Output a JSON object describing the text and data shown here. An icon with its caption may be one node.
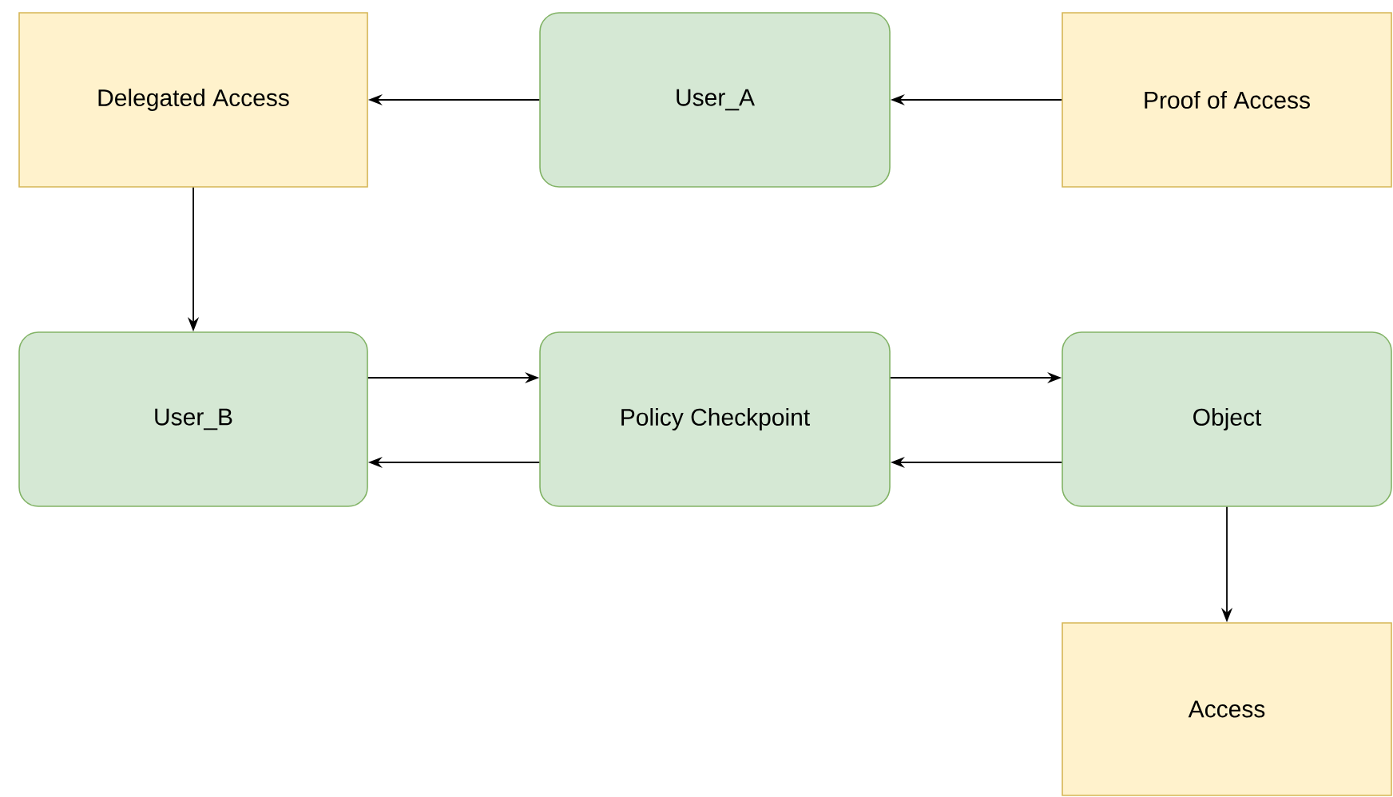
{
  "diagram": {
    "nodes": [
      {
        "text": [
          "Delegated Access"
        ]
      },
      {
        "text": [
          "User_A"
        ]
      },
      {
        "text": [
          "Proof of Access"
        ]
      },
      {
        "text": [
          "User_B"
        ]
      },
      {
        "text": [
          "Policy Checkpoint"
        ]
      },
      {
        "text": [
          "Object"
        ]
      },
      {
        "text": [
          "Access"
        ]
      }
    ],
    "edges": [
      {
        "from": 2,
        "to": 1,
        "arrow": "to"
      },
      {
        "from": 1,
        "to": 0,
        "arrow": "to"
      },
      {
        "from": 0,
        "to": 3,
        "arrow": "to"
      },
      {
        "from": 3,
        "to": 4,
        "arrow": "to"
      },
      {
        "from": 4,
        "to": 3,
        "arrow": "to"
      },
      {
        "from": 4,
        "to": 5,
        "arrow": "to"
      },
      {
        "from": 5,
        "to": 4,
        "arrow": "to"
      },
      {
        "from": 5,
        "to": 6,
        "arrow": "to"
      }
    ]
  }
}
